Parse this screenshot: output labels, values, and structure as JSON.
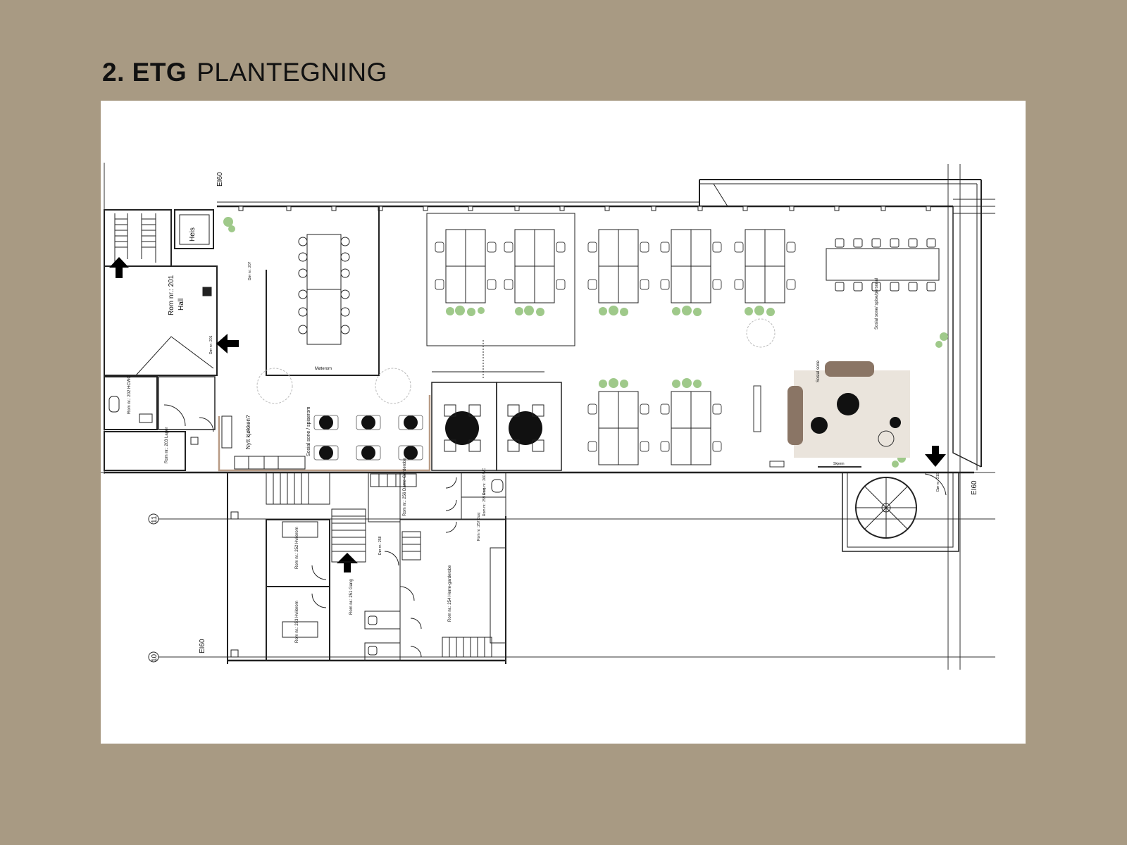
{
  "header": {
    "floor": "2. ETG",
    "subtitle": "PLANTEGNING"
  },
  "labels": {
    "ei60_top": "EI60",
    "ei60_right": "EI60",
    "ei60_left": "EI60",
    "grid_11": "11",
    "grid_10": "10",
    "heis": "Heis",
    "rom_201_nr": "Rom nr.: 201",
    "rom_201_name": "Hall",
    "rom_202": "Rom nr.: 202 HCWC",
    "rom_203": "Rom nr.: 203 Lager",
    "rom_252": "Rom nr.: 252 Hvilerom",
    "rom_253": "Rom nr.: 253 Hvilerom",
    "rom_251": "Rom nr.: 251 Gang",
    "rom_254": "Rom nr.: 254 Herre-garderobe",
    "rom_256": "Rom nr.: 256 Dame-Garderobe",
    "rom_260": "Rom nr.: 260 WC",
    "rom_259": "Rom nr.: 259 Dusj",
    "rom_257": "Rom nr.: 257 Dusj",
    "dor_258": "Dør nr.: 258",
    "dor_201": "Dør nr.: 201",
    "dor_207": "Dør nr.: 207",
    "dor_210": "Dør nr.: 210",
    "sosial_spiserom": "Sosial sone / spiserom",
    "sosial_personal": "Sosial sone/ spise/personal",
    "sosial_sone": "Sosial sone",
    "nytt_kjokken": "Nytt kjøkken?",
    "skjerm": "Skjerm",
    "moterom": "Møterom"
  },
  "colors": {
    "background": "#a89a83",
    "sheet": "#ffffff",
    "plant_green": "#9fc98a",
    "rug": "#eae4dc",
    "sofa": "#8a7565",
    "kitchen_outline": "#b89a84",
    "line": "#222222"
  }
}
